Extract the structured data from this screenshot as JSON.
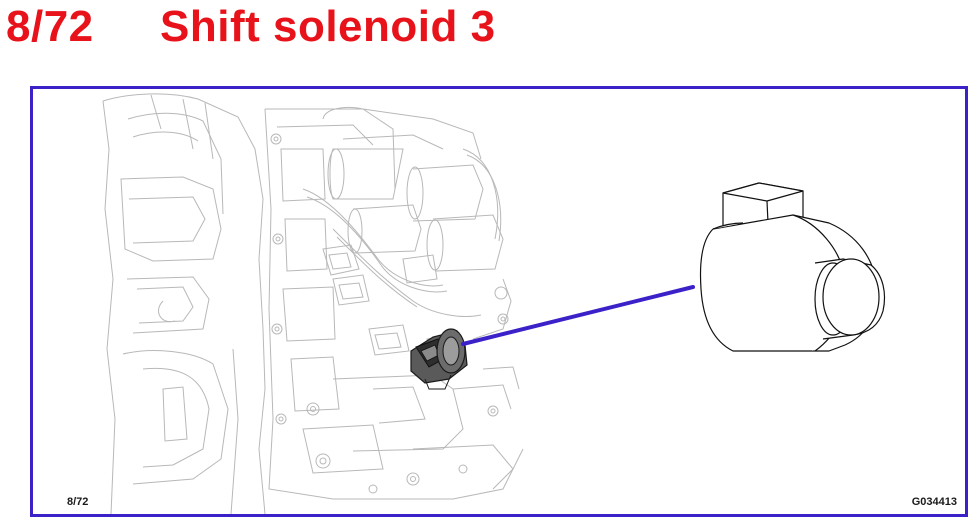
{
  "header": {
    "page_number": "8/72",
    "title": "Shift solenoid 3"
  },
  "figure": {
    "footer_left": "8/72",
    "footer_right": "G034413",
    "frame_color": "#3b22c8",
    "title_color": "#e8121b",
    "leader_color": "#3b22c8"
  }
}
